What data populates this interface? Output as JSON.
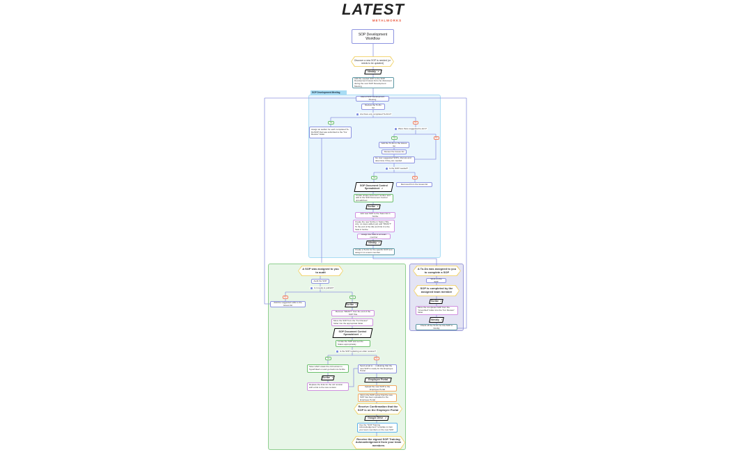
{
  "logo": {
    "main": "LATEST",
    "sub": "METALWORKS",
    "sub_color": "#e8553a"
  },
  "title": "SOP Development Workflow",
  "colors": {
    "connector": "#8d93e0",
    "meeting_group": "#e8f5fd",
    "audit_group": "#e8f6e8",
    "complete_group": "#e4e4f4",
    "hexagon": "#f2d675"
  },
  "start": {
    "discover": "Discover a new SOP is needed (or needs to be updated)",
    "nimbly": "Nimbly",
    "add_issue": "Add the needed SOP to the SOP Development Issues list to be discussed during the next SOP Development Meeting"
  },
  "meeting": {
    "label": "SOP Development Meeting",
    "attend": "Attend SOP Development Meeting",
    "review_todo": "Review the To-Do list",
    "q_completed": "Are there any completed To-Do's?",
    "yes": "Yes",
    "no": "No",
    "assign_auditor": "Assign an auditor for each completed To-Do/SOP that was submitted to the \"For Review\" folder",
    "q_suggested": "Were there suggested to-do's?",
    "add_todo": "Add the To-Do to the issues list",
    "review_issues": "Review the Issues list",
    "go_over": "Go over suggested SOPs, discuss and determine if they are needed",
    "q_needed": "Is the SOP needed?",
    "spreadsheet": "SOP Document Control Spreadsheet",
    "removed": "Removed from the issues list",
    "create_number": "Create unique document number and add to the SOP Document Control spreadsheet",
    "scribe": "Scribe",
    "add_team": "Add new SOP to the Team list in Scribe",
    "create_scribe": "Create the new Scribe in Tasks (Title only, no steps added yet) add \"DRAFT\" To the end of the title and link it to the Task in Scribe",
    "assign_task": "Assign the Task to an team member",
    "nimbly": "Nimbly",
    "create_todo": "Create a To-Do for the specific SOP and assign it to a team member"
  },
  "audit": {
    "start": "A SOP was assigned to you to audit",
    "audit": "Audit the SOP",
    "q_ready": "Is it ready to publish?",
    "no": "No",
    "yes": "Yes",
    "add_edits": "Add the suggested edits to the issues list",
    "scribe": "Scribe",
    "remove_draft": "Remove \"DRAFT\" from the end of the SOP Title",
    "move": "Move the SOP from the \"For Review\" folder into the appropriate folder",
    "spreadsheet": "SOP Document Control Spreadsheet",
    "locate": "Locate the SOP and set the Status appropriately",
    "q_replacing": "Is the SOP replacing an older revision?",
    "save_areas": "Save which areas the old revision is hyperlinked on and go back into Scribe",
    "scribe2": "Scribe",
    "replace_links": "Replace the links for the old revision with a link to the new revision",
    "send_email": "Send email to ... indicating that the new SOP is ready for the Employee Portal",
    "portal": "Employee Portal",
    "upload": "Upload the new SOP to the Employee Portal",
    "inform": "Inform the SOP owner that the new SOP has been uploaded to the Employee Portal",
    "confirm": "Receive Confirmation that the SOP is on the Employee Portal",
    "drive": "Google Drive",
    "use_template": "Use the \"SOP Training Acknowledgement\" template to train your team members on the new SOP",
    "receive_signed": "Receive the signed SOP Training Acknowledgement from your team members"
  },
  "complete": {
    "start": "A To-Do was assigned to you to complete a SOP",
    "work": "Work on the SOP",
    "completed": "SOP is completed by the assigned team member",
    "scribe": "Scribe",
    "move": "Move the completed SOP from the \"Unverified\" folder into the \"For Review\" folder",
    "nimbly": "Nimbly",
    "check_off": "Check off the To-Do for this SOP in Nimbly"
  }
}
